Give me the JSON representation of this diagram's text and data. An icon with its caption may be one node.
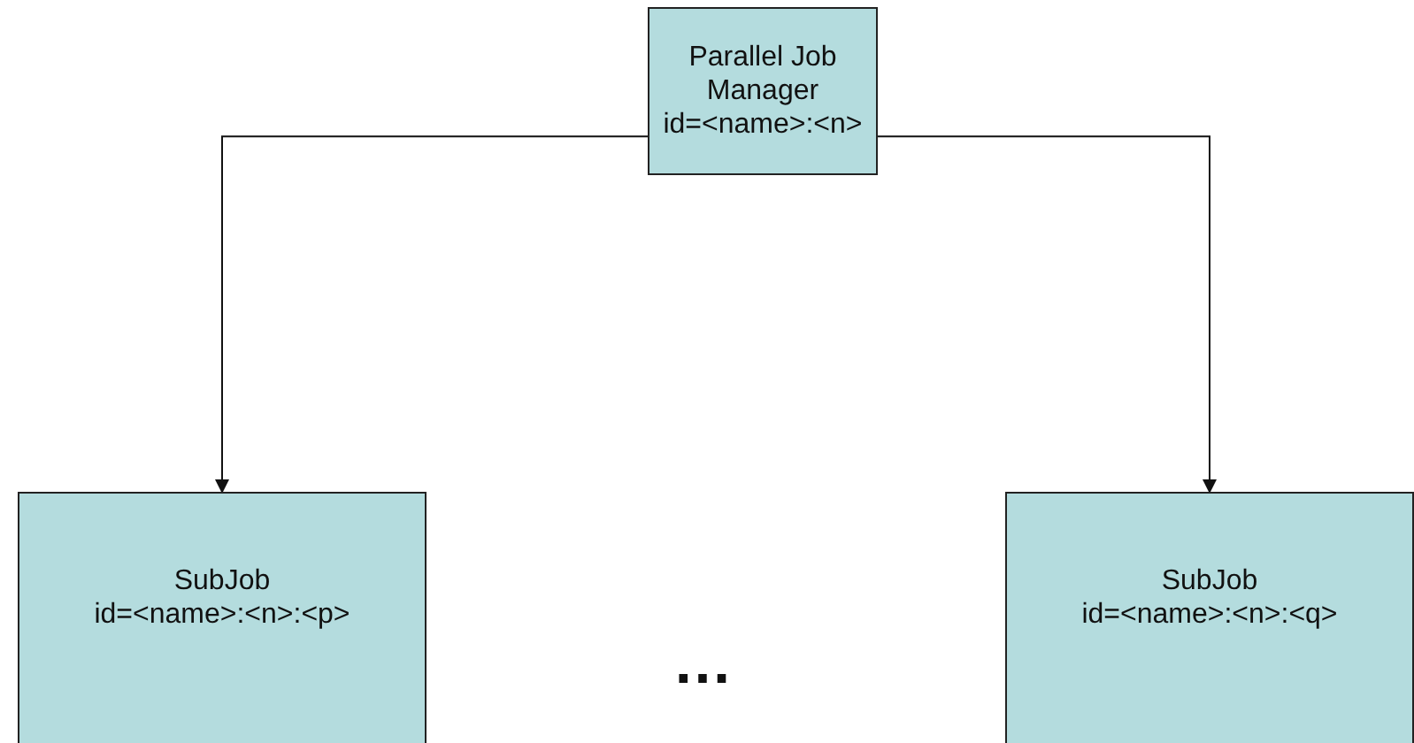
{
  "diagram": {
    "nodes": [
      {
        "text": [
          "Parallel Job Manager",
          "id=<name>:<n>"
        ]
      },
      {
        "text": [
          "SubJob",
          "id=<name>:<n>:<p>"
        ]
      },
      {
        "text": [
          "SubJob",
          "id=<name>:<n>:<q>"
        ]
      }
    ],
    "edges": [
      {
        "from": 0,
        "to": 1,
        "arrow": "to"
      },
      {
        "from": 0,
        "to": 2,
        "arrow": "to"
      }
    ],
    "labels": [
      "…"
    ]
  }
}
